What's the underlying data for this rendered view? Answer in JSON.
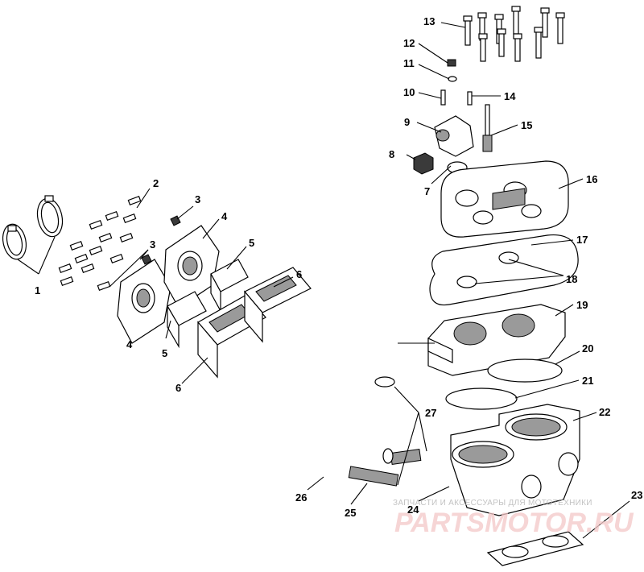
{
  "callouts": [
    "1",
    "2",
    "3",
    "3",
    "4",
    "4",
    "5",
    "5",
    "6",
    "6",
    "7",
    "8",
    "9",
    "10",
    "11",
    "12",
    "13",
    "14",
    "15",
    "16",
    "17",
    "18",
    "19",
    "20",
    "21",
    "22",
    "23",
    "24",
    "25",
    "26",
    "27"
  ],
  "watermark": {
    "caption": "ЗАПЧАСТИ И АКСЕССУАРЫ ДЛЯ МОТОТЕХНИКИ",
    "logo": "PARTSMOTOR.RU",
    "color": "#e89a9a"
  }
}
